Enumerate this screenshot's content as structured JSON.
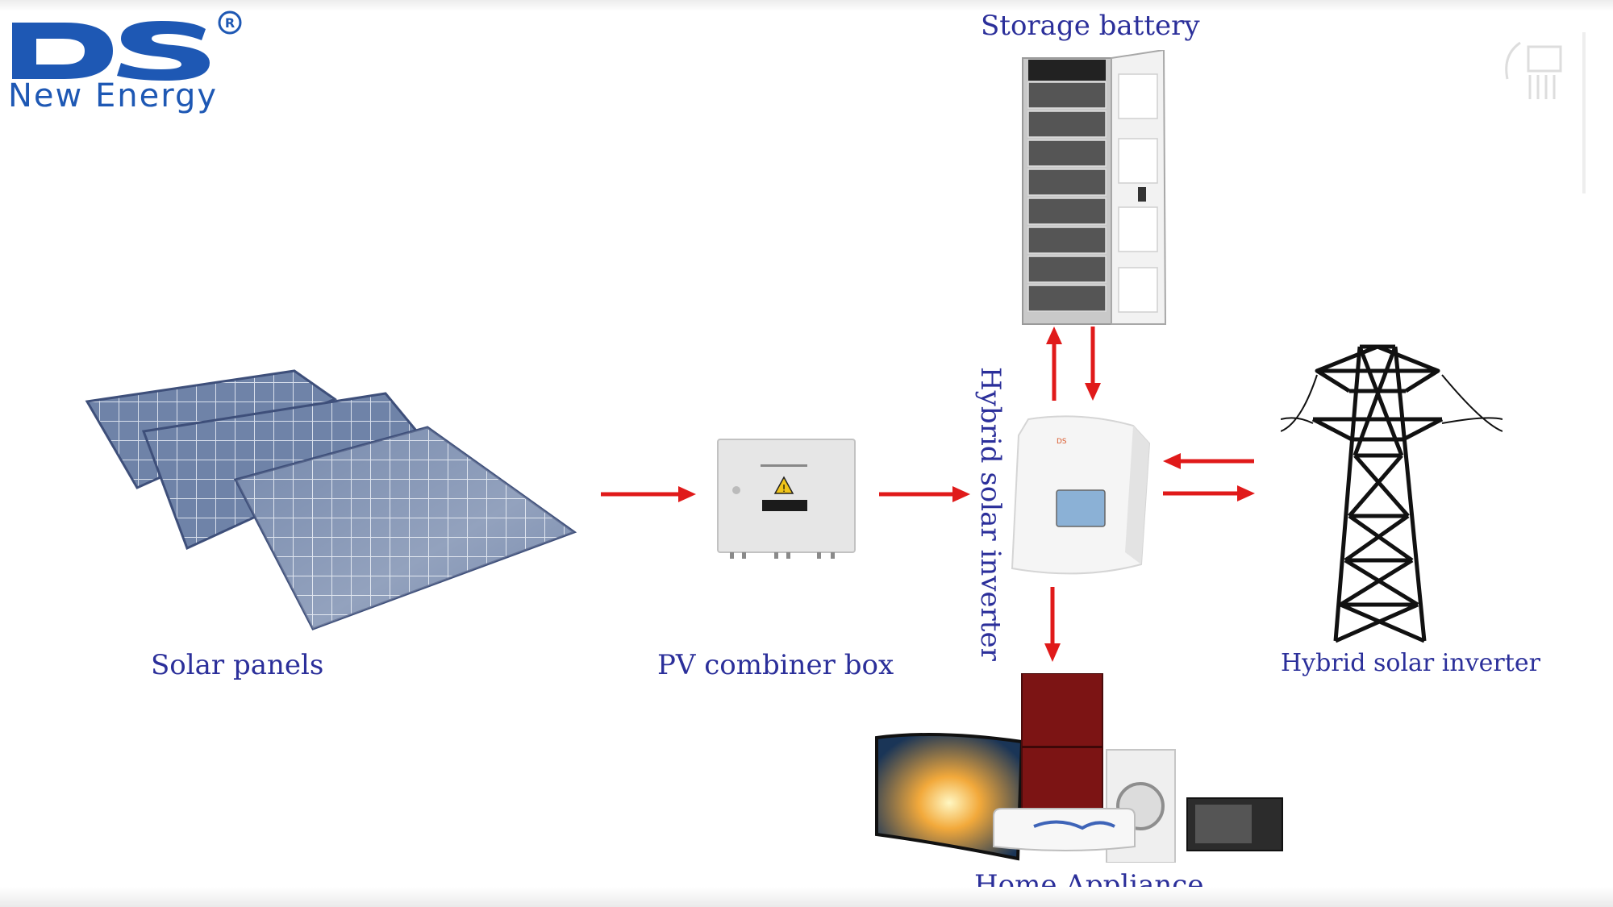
{
  "logo": {
    "mark_text": "DS",
    "registered": "®",
    "name": "New Energy"
  },
  "labels": {
    "solar_panels": "Solar panels",
    "combiner_box": "PV combiner box",
    "inverter_vertical": "Hybrid solar inverter",
    "grid": "Hybrid solar inverter",
    "storage": "Storage battery",
    "home": "Home Appliance"
  },
  "colors": {
    "arrow": "#e01a1a",
    "label": "#2b2f9a",
    "logo": "#1e58b4"
  },
  "icons": [
    "solar-panel-icon",
    "combiner-box-icon",
    "inverter-icon",
    "battery-cabinet-icon",
    "power-tower-icon",
    "home-appliances-icon"
  ]
}
